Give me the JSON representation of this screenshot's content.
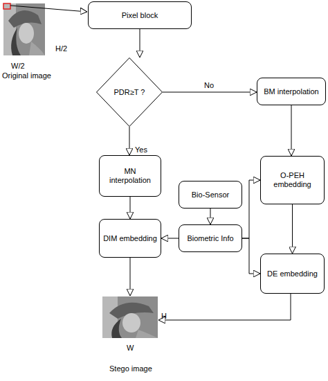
{
  "diagram": {
    "nodes": [
      {
        "text": [
          "Pixel block"
        ]
      },
      {
        "text": [
          "PDR≥T ?"
        ]
      },
      {
        "text": [
          "BM interpolation"
        ]
      },
      {
        "text": [
          "MN interpolation"
        ]
      },
      {
        "text": [
          "Bio-Sensor"
        ]
      },
      {
        "text": [
          "O-PEH embedding"
        ]
      },
      {
        "text": [
          "Biometric Info"
        ]
      },
      {
        "text": [
          "DIM embedding"
        ]
      },
      {
        "text": [
          "DE embedding"
        ]
      }
    ],
    "edges": [
      {
        "from": 0,
        "to": 1,
        "arrow": "to"
      },
      {
        "from": 1,
        "to": 2,
        "label": "No",
        "arrow": "to"
      },
      {
        "from": 1,
        "to": 3,
        "label": "Yes",
        "arrow": "to"
      },
      {
        "from": 2,
        "to": 5,
        "arrow": "to"
      },
      {
        "from": 3,
        "to": 7,
        "arrow": "to"
      },
      {
        "from": 4,
        "to": 6,
        "arrow": "to"
      },
      {
        "from": 6,
        "to": 7,
        "arrow": "to"
      },
      {
        "from": 6,
        "to": 5,
        "arrow": "to"
      },
      {
        "from": 6,
        "to": 8,
        "arrow": "to"
      },
      {
        "from": 5,
        "to": 8,
        "arrow": "to"
      }
    ],
    "labels": [
      "H/2",
      "W/2",
      "Original image",
      "H",
      "W",
      "Stego image"
    ]
  }
}
